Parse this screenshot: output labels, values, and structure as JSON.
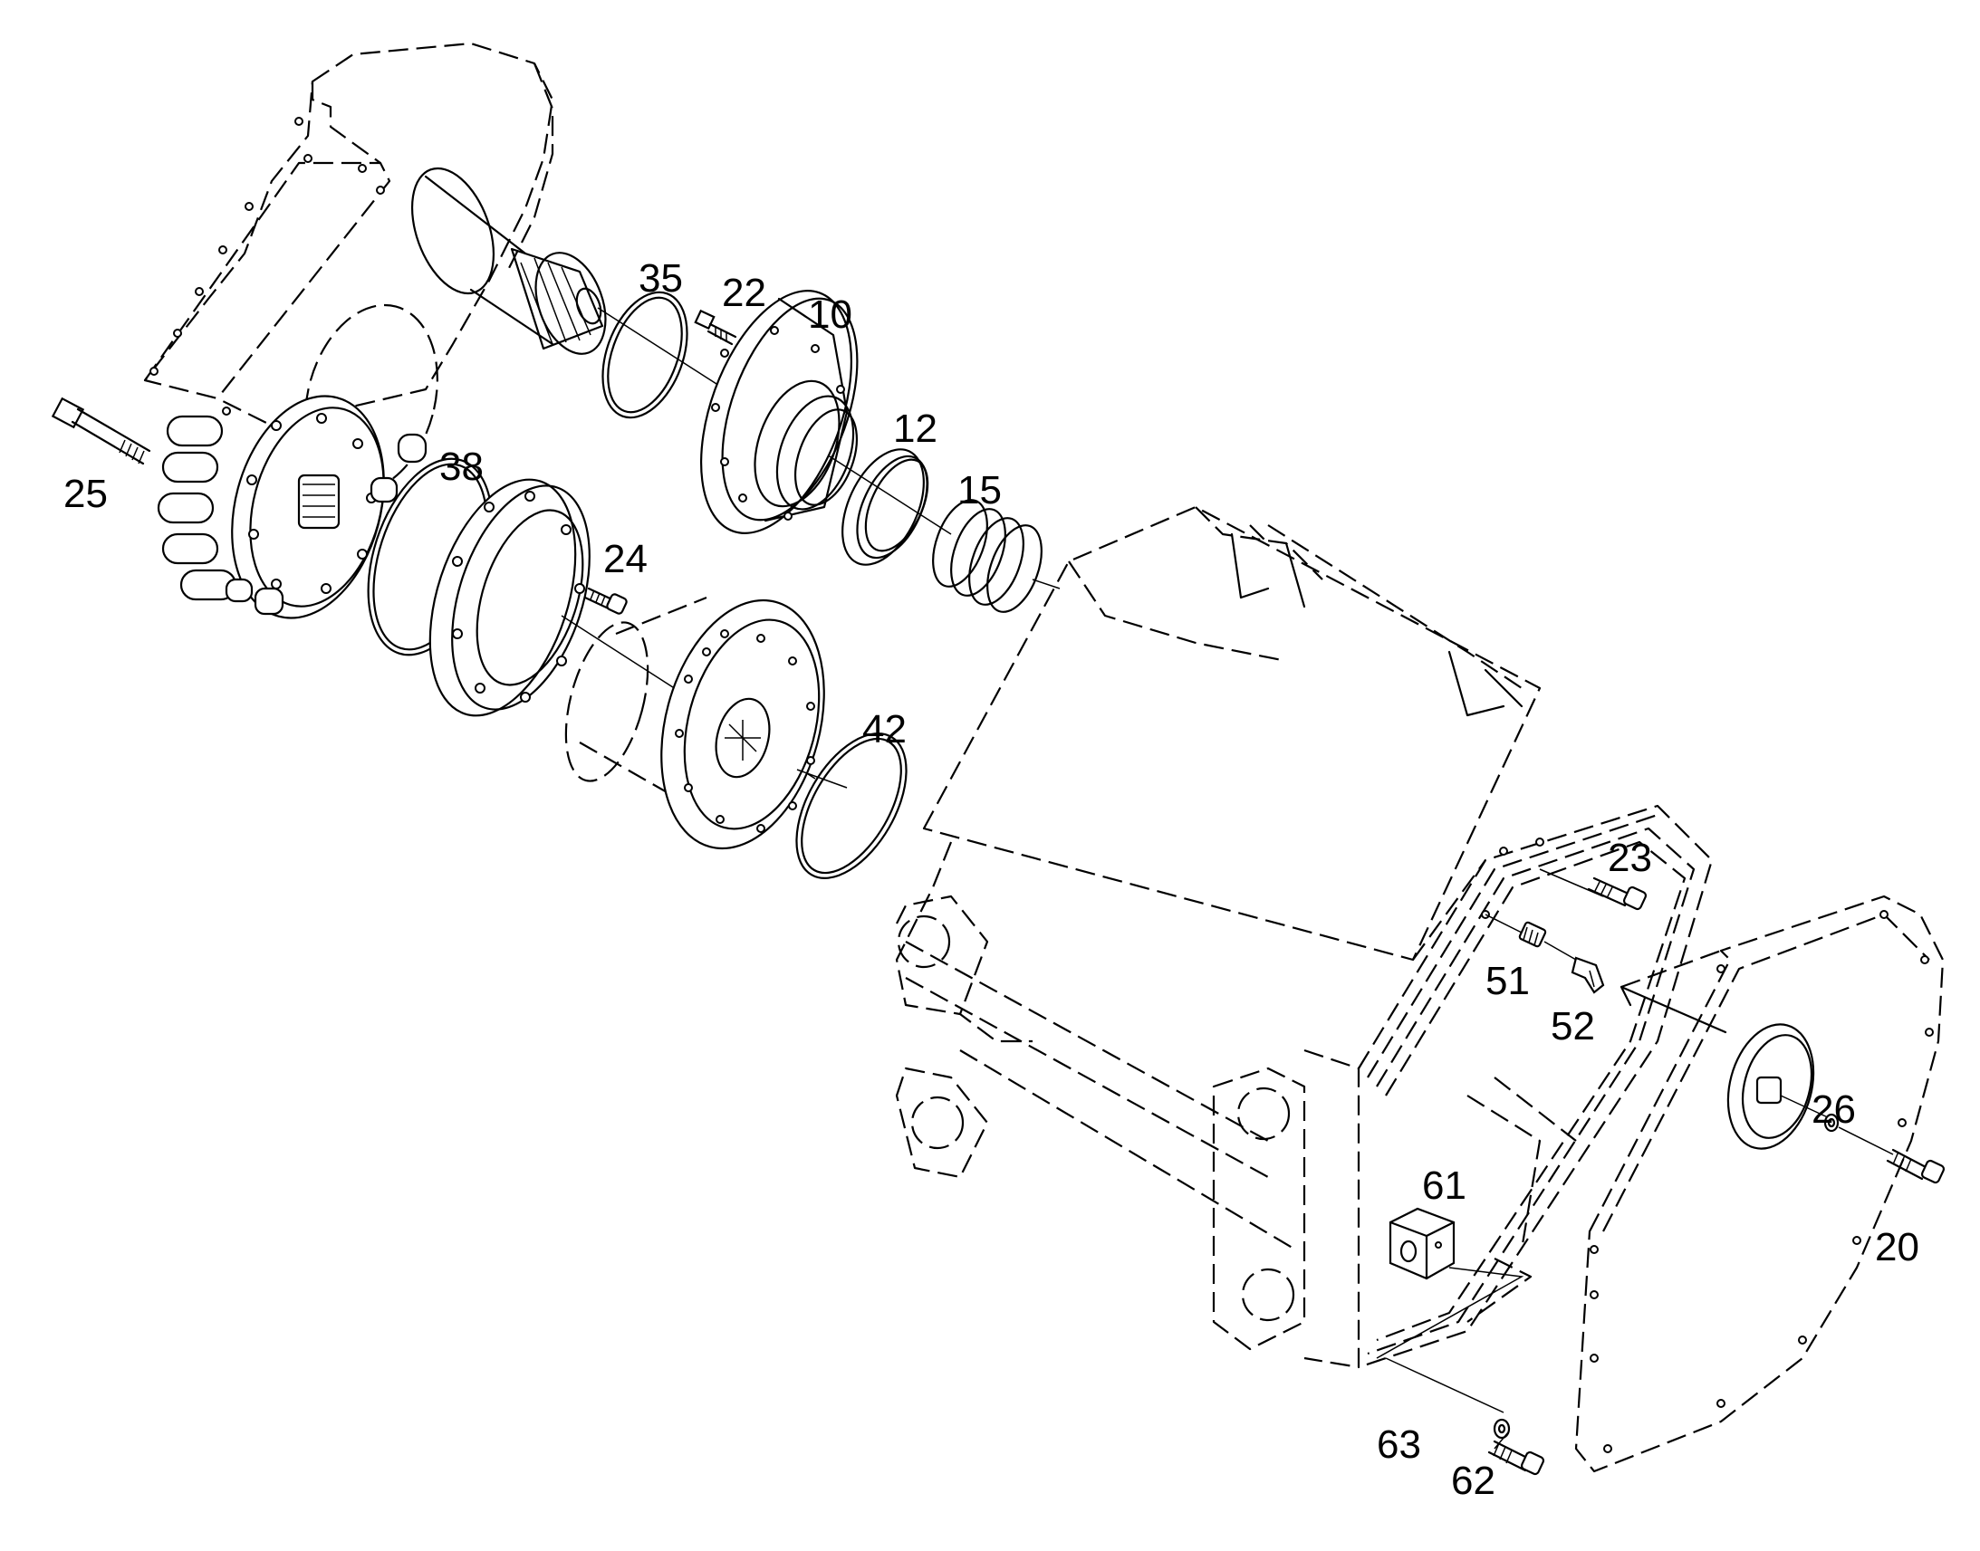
{
  "callouts": {
    "c10": "10",
    "c12": "12",
    "c15": "15",
    "c20": "20",
    "c22": "22",
    "c23": "23",
    "c24": "24",
    "c25": "25",
    "c26": "26",
    "c35": "35",
    "c38": "38",
    "c42": "42",
    "c51": "51",
    "c52": "52",
    "c61": "61",
    "c62": "62",
    "c63": "63"
  }
}
